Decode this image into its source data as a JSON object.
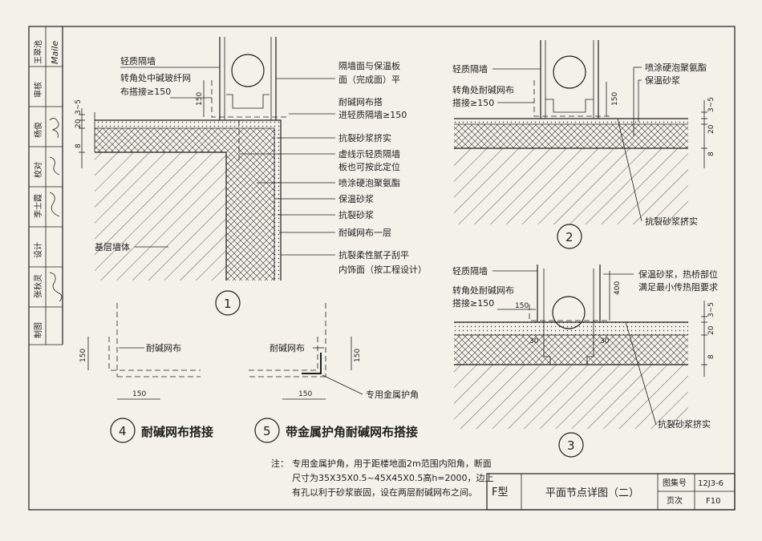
{
  "sidebar": {
    "rows": [
      {
        "label": "王翠池",
        "sign": "Maile"
      },
      {
        "label": "审核",
        "sign": ""
      },
      {
        "label": "杨俊",
        "sign": ""
      },
      {
        "label": "校对",
        "sign": ""
      },
      {
        "label": "李士霞",
        "sign": ""
      },
      {
        "label": "设计",
        "sign": ""
      },
      {
        "label": "张秋灵",
        "sign": ""
      },
      {
        "label": "制图",
        "sign": ""
      }
    ]
  },
  "detail1": {
    "number": "1",
    "dims": {
      "d150": "150",
      "d20": "20",
      "d3_5": "3~5",
      "d8": "8"
    },
    "left_labels": {
      "wall": "轻质隔墙",
      "corner": "转角处中碱玻纤网",
      "overlap": "布搭接≥150",
      "base": "基层墙体"
    },
    "right_labels": [
      "隔墙面与保温板",
      "面（完成面）平",
      "耐碱网布搭",
      "进轻质隔墙≥150",
      "抗裂砂浆挤实",
      "虚线示轻质隔墙",
      "板也可按此定位",
      "喷涂硬泡聚氨酯",
      "保温砂浆",
      "抗裂砂浆",
      "耐碱网布一层",
      "抗裂柔性腻子刮平",
      "内饰面（按工程设计）"
    ]
  },
  "detail2": {
    "number": "2",
    "labels": {
      "wall": "轻质隔墙",
      "corner1": "转角处耐碱网布",
      "corner2": "搭接≥150",
      "foam": "喷涂硬泡聚氨酯",
      "mortar": "保温砂浆",
      "crack": "抗裂砂浆挤实"
    },
    "dims": {
      "d150": "150",
      "d3_5": "3~5",
      "d20": "20",
      "d8": "8"
    }
  },
  "detail3": {
    "number": "3",
    "labels": {
      "wall": "轻质隔墙",
      "corner1": "转角处耐碱网布",
      "corner2": "搭接≥150",
      "mortar1": "保温砂浆，热桥部位",
      "mortar2": "满足最小传热阻要求",
      "crack": "抗裂砂浆挤实"
    },
    "dims": {
      "d150": "150",
      "d400": "400",
      "d30a": "30",
      "d30b": "30",
      "d3_5": "3~5",
      "d20": "20",
      "d8": "8"
    }
  },
  "detail4": {
    "number": "4",
    "title": "耐碱网布搭接",
    "label": "耐碱网布",
    "dims": {
      "h": "150",
      "w": "150"
    }
  },
  "detail5": {
    "number": "5",
    "title": "带金属护角耐碱网布搭接",
    "label": "耐碱网布",
    "corner_label": "专用金属护角",
    "dims": {
      "h": "150",
      "w": "150"
    }
  },
  "note": {
    "prefix": "注：",
    "lines": [
      "专用金属护角，用于距楼地面2m范围内阳角，断面",
      "尺寸为35X35X0.5~45X45X0.5高h=2000，边上",
      "有孔以利于砂浆嵌固，设在两层耐碱网布之间。"
    ]
  },
  "titleblock": {
    "type": "F型",
    "title": "平面节点详图（二）",
    "atlas_label": "图集号",
    "atlas_no": "12J3-6",
    "page_label": "页次",
    "page_no": "F10"
  }
}
